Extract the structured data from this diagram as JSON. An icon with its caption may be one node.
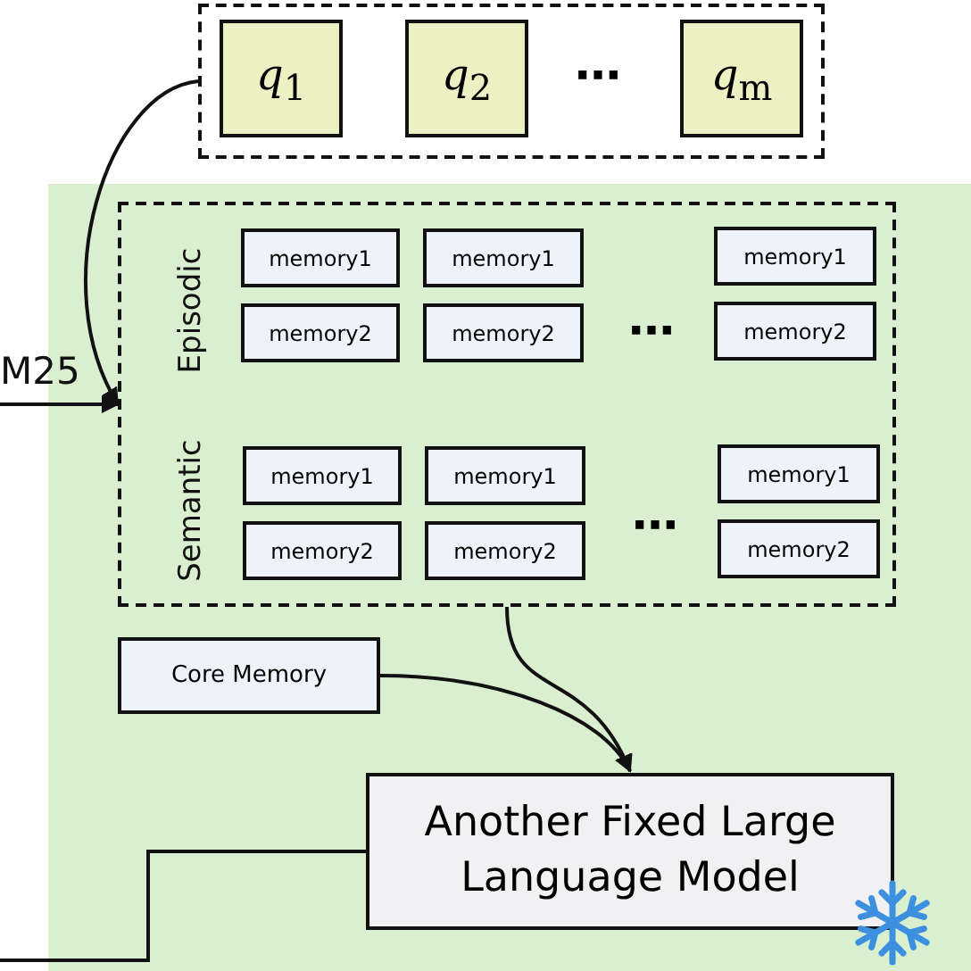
{
  "diagram": {
    "nodes": [
      {
        "text": [],
        "shape": "box"
      },
      {
        "text": [
          "*q*$_{1}$"
        ],
        "in": 0
      },
      {
        "text": [
          "*q*$_{2}$"
        ],
        "in": 0
      },
      {
        "text": [
          "*q*$_{m}$"
        ],
        "in": 0
      },
      {
        "text": [],
        "shape": "box"
      },
      {
        "text": [
          "Episodic",
          "Semantic"
        ],
        "in": 4
      },
      {
        "text": [
          "memory1"
        ],
        "in": 5
      },
      {
        "text": [
          "memory1"
        ],
        "in": 5
      },
      {
        "text": [
          "memory1"
        ],
        "in": 5
      },
      {
        "text": [
          "memory2"
        ],
        "in": 5
      },
      {
        "text": [
          "memory2"
        ],
        "in": 5
      },
      {
        "text": [
          "memory2"
        ],
        "in": 5
      },
      {
        "text": [
          "memory1"
        ],
        "in": 5
      },
      {
        "text": [
          "memory1"
        ],
        "in": 5
      },
      {
        "text": [
          "memory1"
        ],
        "in": 5
      },
      {
        "text": [
          "memory2"
        ],
        "in": 5
      },
      {
        "text": [
          "memory2"
        ],
        "in": 5
      },
      {
        "text": [
          "memory2"
        ],
        "in": 5
      },
      {
        "text": [
          "Core Memory"
        ],
        "in": 4
      },
      {
        "text": [
          "Another Fixed Large Language Model"
        ],
        "in": 4
      }
    ],
    "edges": [
      {
        "from": 0,
        "to": 5,
        "arrow": "to"
      },
      {
        "from": null,
        "to": 5,
        "arrow": "to",
        "label": "M25"
      },
      {
        "from": 5,
        "to": 19,
        "arrow": "to"
      },
      {
        "from": 18,
        "to": 19,
        "arrow": "to"
      },
      {
        "from": 19,
        "to": null,
        "arrow": "none"
      }
    ],
    "labels": [
      "⋯",
      "⋯",
      "⋯"
    ]
  }
}
